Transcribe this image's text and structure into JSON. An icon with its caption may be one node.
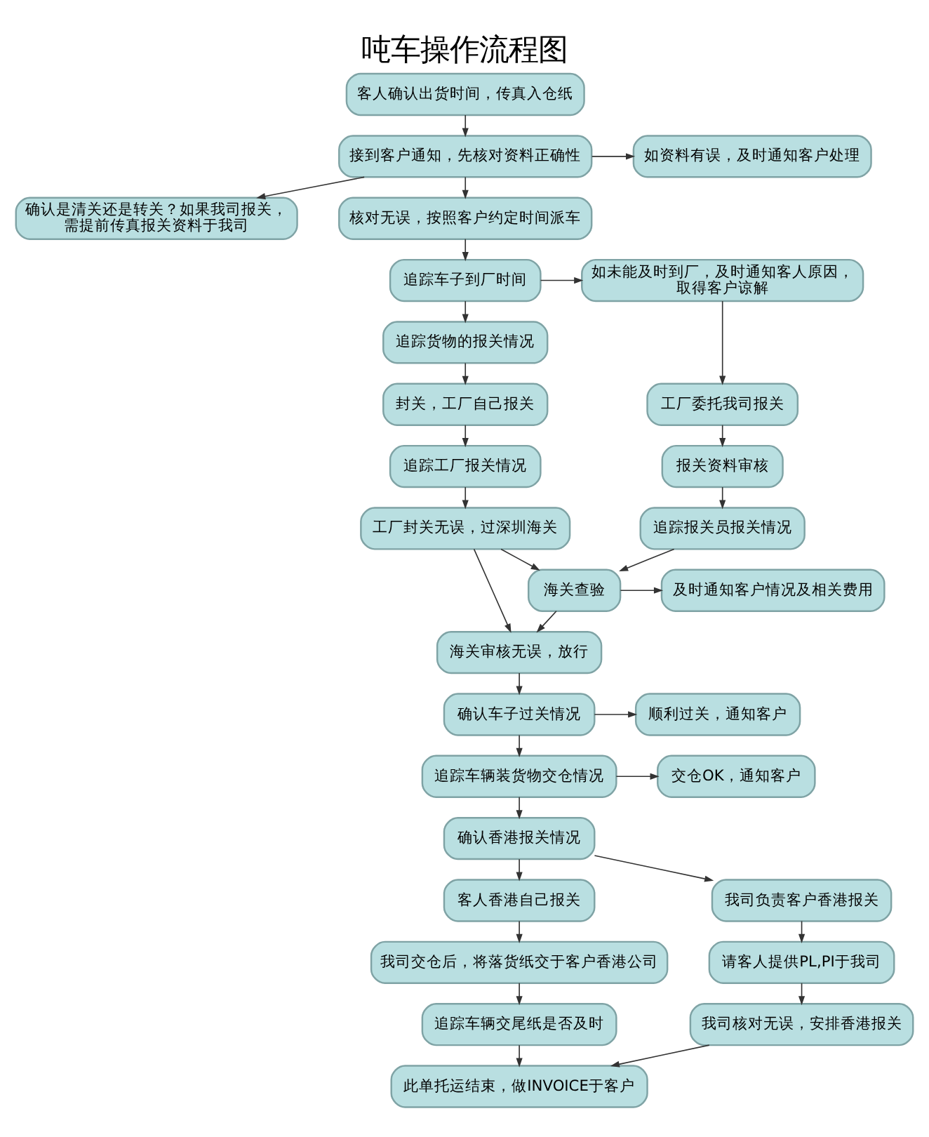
{
  "diagram": {
    "title": "吨车操作流程图",
    "nodes": [
      {
        "text": [
          "客人确认出货时间，传真入仓纸"
        ]
      },
      {
        "text": [
          "接到客户通知，先核对资料正确性"
        ]
      },
      {
        "text": [
          "如资料有误，及时通知客户处理"
        ]
      },
      {
        "text": [
          "确认是清关还是转关？如果我司报关，需提前传真报关资料于我司"
        ]
      },
      {
        "text": [
          "核对无误，按照客户约定时间派车"
        ]
      },
      {
        "text": [
          "追踪车子到厂时间"
        ]
      },
      {
        "text": [
          "如未能及时到厂，及时通知客人原因，取得客户谅解"
        ]
      },
      {
        "text": [
          "追踪货物的报关情况"
        ]
      },
      {
        "text": [
          "封关，工厂自己报关"
        ]
      },
      {
        "text": [
          "工厂委托我司报关"
        ]
      },
      {
        "text": [
          "追踪工厂报关情况"
        ]
      },
      {
        "text": [
          "报关资料审核"
        ]
      },
      {
        "text": [
          "工厂封关无误，过深圳海关"
        ]
      },
      {
        "text": [
          "追踪报关员报关情况"
        ]
      },
      {
        "text": [
          "海关查验"
        ]
      },
      {
        "text": [
          "及时通知客户情况及相关费用"
        ]
      },
      {
        "text": [
          "海关审核无误，放行"
        ]
      },
      {
        "text": [
          "确认车子过关情况"
        ]
      },
      {
        "text": [
          "顺利过关，通知客户"
        ]
      },
      {
        "text": [
          "追踪车辆装货物交仓情况"
        ]
      },
      {
        "text": [
          "交仓OK，通知客户"
        ]
      },
      {
        "text": [
          "确认香港报关情况"
        ]
      },
      {
        "text": [
          "客人香港自己报关"
        ]
      },
      {
        "text": [
          "我司负责客户香港报关"
        ]
      },
      {
        "text": [
          "我司交仓后，将落货纸交于客户香港公司"
        ]
      },
      {
        "text": [
          "请客人提供PL,PI于我司"
        ]
      },
      {
        "text": [
          "追踪车辆交尾纸是否及时"
        ]
      },
      {
        "text": [
          "我司核对无误，安排香港报关"
        ]
      },
      {
        "text": [
          "此单托运结束，做INVOICE于客户"
        ]
      }
    ],
    "edges": [
      {
        "from": 0,
        "to": 1,
        "arrow": "to"
      },
      {
        "from": 1,
        "to": 2,
        "arrow": "to"
      },
      {
        "from": 1,
        "to": 4,
        "arrow": "to"
      },
      {
        "from": 1,
        "to": 3,
        "arrow": "to"
      },
      {
        "from": 4,
        "to": 5,
        "arrow": "to"
      },
      {
        "from": 5,
        "to": 6,
        "arrow": "to"
      },
      {
        "from": 5,
        "to": 7,
        "arrow": "to"
      },
      {
        "from": 6,
        "to": 9,
        "arrow": "to"
      },
      {
        "from": 7,
        "to": 8,
        "arrow": "to"
      },
      {
        "from": 8,
        "to": 10,
        "arrow": "to"
      },
      {
        "from": 9,
        "to": 11,
        "arrow": "to"
      },
      {
        "from": 10,
        "to": 12,
        "arrow": "to"
      },
      {
        "from": 11,
        "to": 13,
        "arrow": "to"
      },
      {
        "from": 12,
        "to": 14,
        "arrow": "to"
      },
      {
        "from": 13,
        "to": 14,
        "arrow": "to"
      },
      {
        "from": 12,
        "to": 16,
        "arrow": "to"
      },
      {
        "from": 14,
        "to": 15,
        "arrow": "to"
      },
      {
        "from": 14,
        "to": 16,
        "arrow": "to"
      },
      {
        "from": 16,
        "to": 17,
        "arrow": "to"
      },
      {
        "from": 17,
        "to": 18,
        "arrow": "to"
      },
      {
        "from": 17,
        "to": 19,
        "arrow": "to"
      },
      {
        "from": 19,
        "to": 20,
        "arrow": "to"
      },
      {
        "from": 19,
        "to": 21,
        "arrow": "to"
      },
      {
        "from": 21,
        "to": 22,
        "arrow": "to"
      },
      {
        "from": 21,
        "to": 23,
        "arrow": "to"
      },
      {
        "from": 22,
        "to": 24,
        "arrow": "to"
      },
      {
        "from": 23,
        "to": 25,
        "arrow": "to"
      },
      {
        "from": 24,
        "to": 26,
        "arrow": "to"
      },
      {
        "from": 25,
        "to": 27,
        "arrow": "to"
      },
      {
        "from": 26,
        "to": 28,
        "arrow": "to"
      },
      {
        "from": 27,
        "to": 28,
        "arrow": "to"
      }
    ]
  }
}
